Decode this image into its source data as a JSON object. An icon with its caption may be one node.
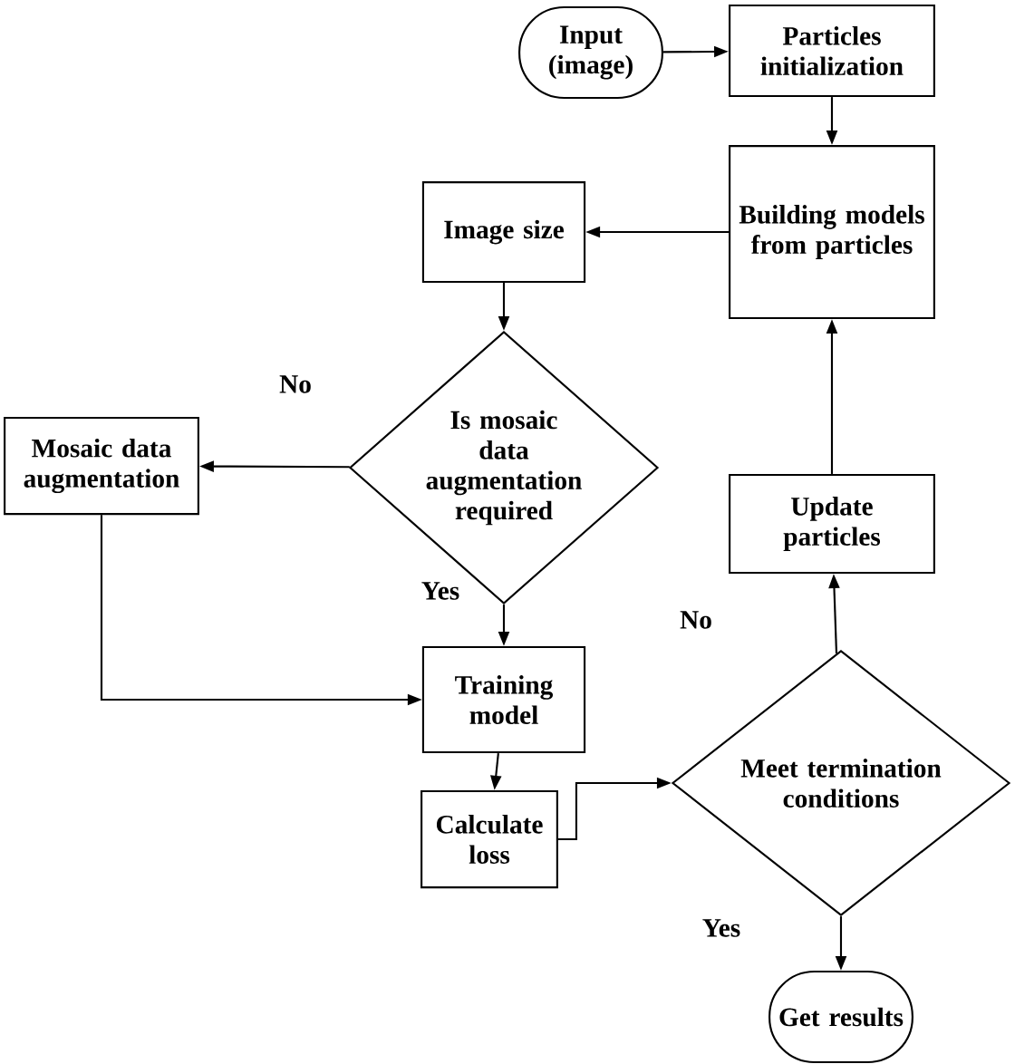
{
  "diagram": {
    "nodes": [
      {
        "text": [
          "Input (image)"
        ]
      },
      {
        "text": [
          "Particles initialization"
        ]
      },
      {
        "text": [
          "Building models from particles"
        ]
      },
      {
        "text": [
          "Image size"
        ]
      },
      {
        "text": [
          "Is mosaic data augmentation required"
        ]
      },
      {
        "text": [
          "Mosaic data augmentation"
        ]
      },
      {
        "text": [
          "Training model"
        ]
      },
      {
        "text": [
          "Calculate loss"
        ]
      },
      {
        "text": [
          "Meet termination conditions"
        ]
      },
      {
        "text": [
          "Update particles"
        ]
      },
      {
        "text": [
          "Get results"
        ]
      }
    ],
    "edges": [
      {
        "from": 0,
        "to": 1,
        "arrow": "to"
      },
      {
        "from": 1,
        "to": 2,
        "arrow": "to"
      },
      {
        "from": 2,
        "to": 3,
        "arrow": "to"
      },
      {
        "from": 3,
        "to": 4,
        "arrow": "to"
      },
      {
        "from": 4,
        "to": 5,
        "arrow": "to",
        "label": "No"
      },
      {
        "from": 4,
        "to": 6,
        "arrow": "to",
        "label": "Yes"
      },
      {
        "from": 5,
        "to": 6,
        "arrow": "to"
      },
      {
        "from": 6,
        "to": 7,
        "arrow": "to"
      },
      {
        "from": 7,
        "to": 8,
        "arrow": "to"
      },
      {
        "from": 8,
        "to": 9,
        "arrow": "to",
        "label": "No"
      },
      {
        "from": 9,
        "to": 2,
        "arrow": "to"
      },
      {
        "from": 8,
        "to": 10,
        "arrow": "to",
        "label": "Yes"
      }
    ]
  }
}
